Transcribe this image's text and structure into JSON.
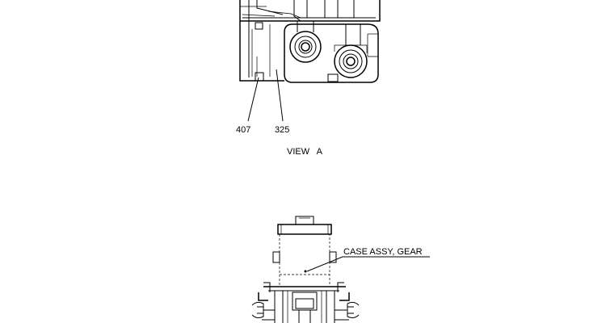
{
  "callouts": {
    "part_407": "407",
    "part_325": "325",
    "view_title": "VIEW   A",
    "case_assy": "CASE ASSY, GEAR"
  },
  "colors": {
    "line": "#000000",
    "background": "#ffffff"
  }
}
